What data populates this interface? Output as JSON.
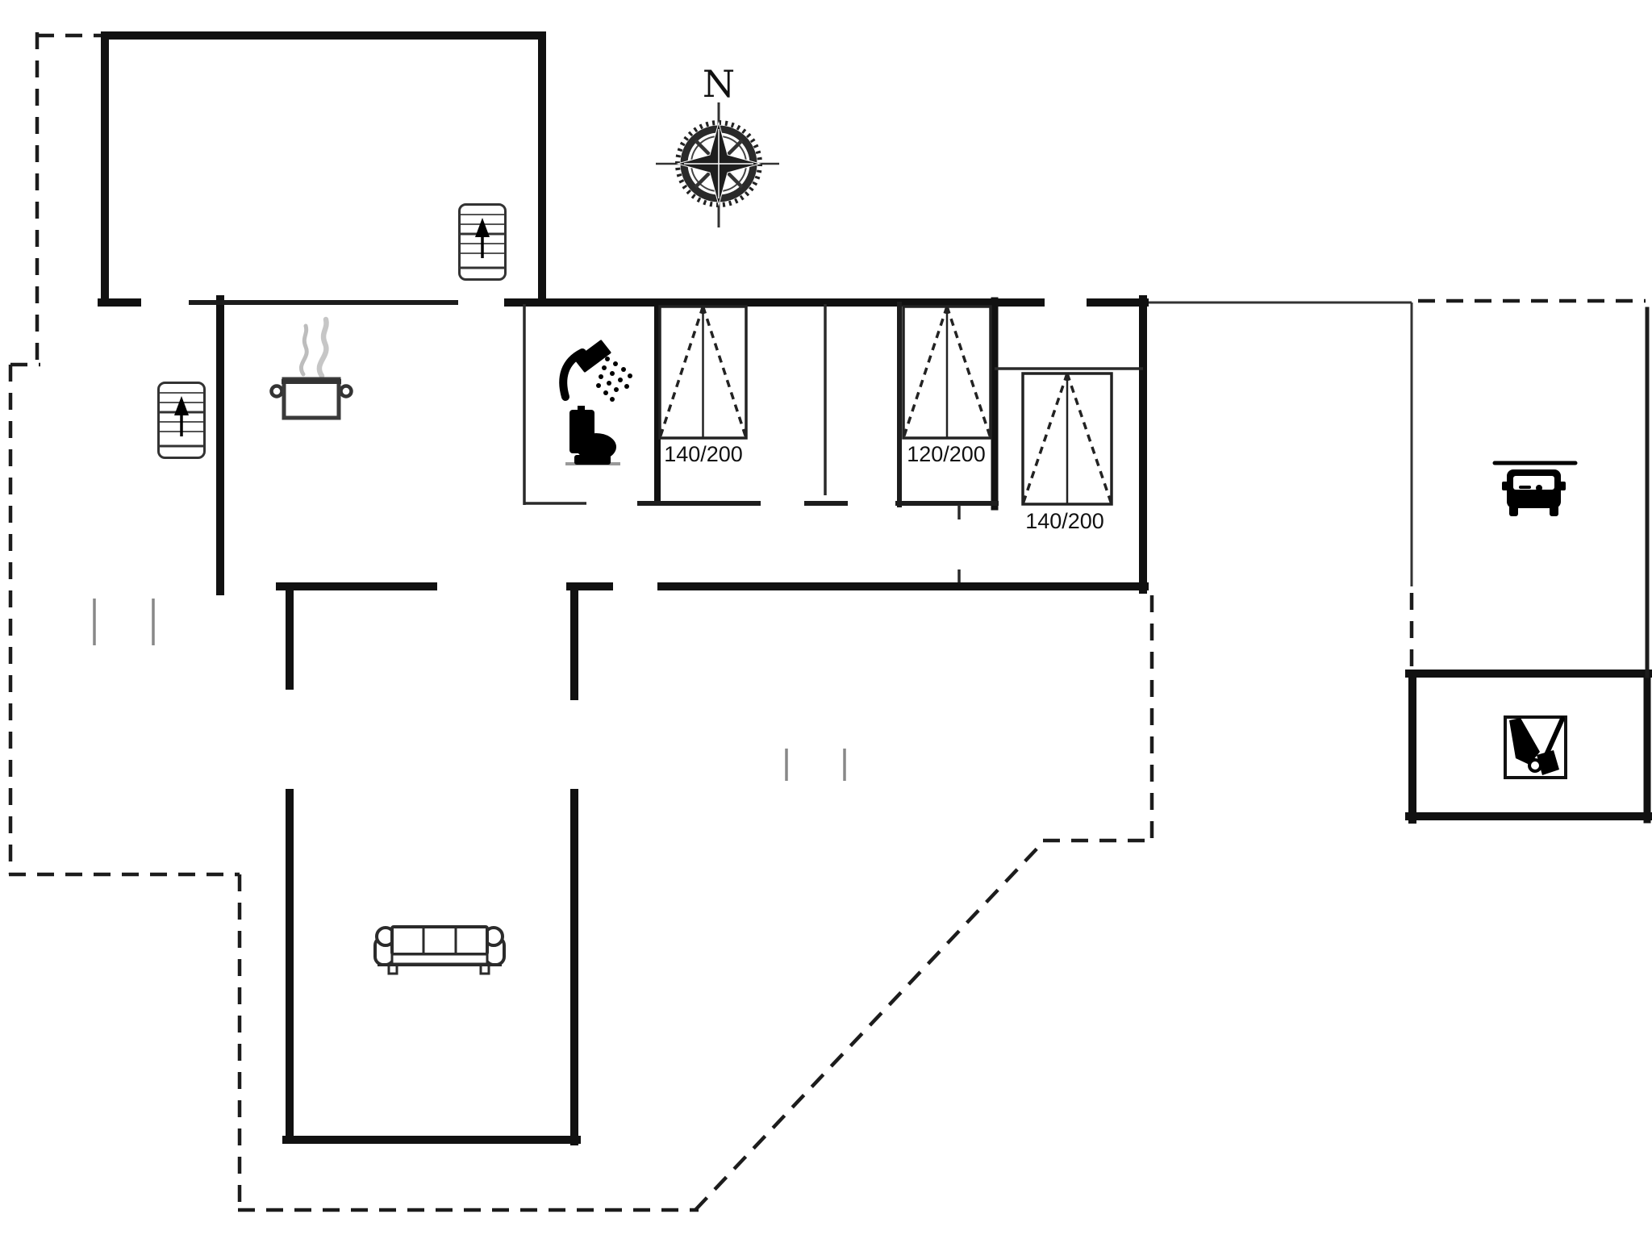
{
  "compass": {
    "north_label": "N"
  },
  "bedrooms": [
    {
      "bed_size_label": "140/200"
    },
    {
      "bed_size_label": "120/200"
    },
    {
      "bed_size_label": "140/200"
    }
  ],
  "icons": {
    "compass": "compass-rose-icon",
    "stairs_annex": "stairs-up-icon",
    "stairs_outside": "stairs-up-icon",
    "kitchen": "cooking-pot-icon",
    "bathroom_shower": "shower-icon",
    "bathroom_toilet": "toilet-icon",
    "bed": "double-bed-icon",
    "carport": "car-icon",
    "utility": "tools-icon",
    "living": "sofa-icon"
  },
  "colors": {
    "wall": "#111111",
    "interior_wall": "#2a2a2a",
    "dashed_outline": "#1c1c1c",
    "tick": "#888888",
    "steam": "#c0c0c0",
    "label_text": "#111111",
    "background": "#ffffff"
  }
}
